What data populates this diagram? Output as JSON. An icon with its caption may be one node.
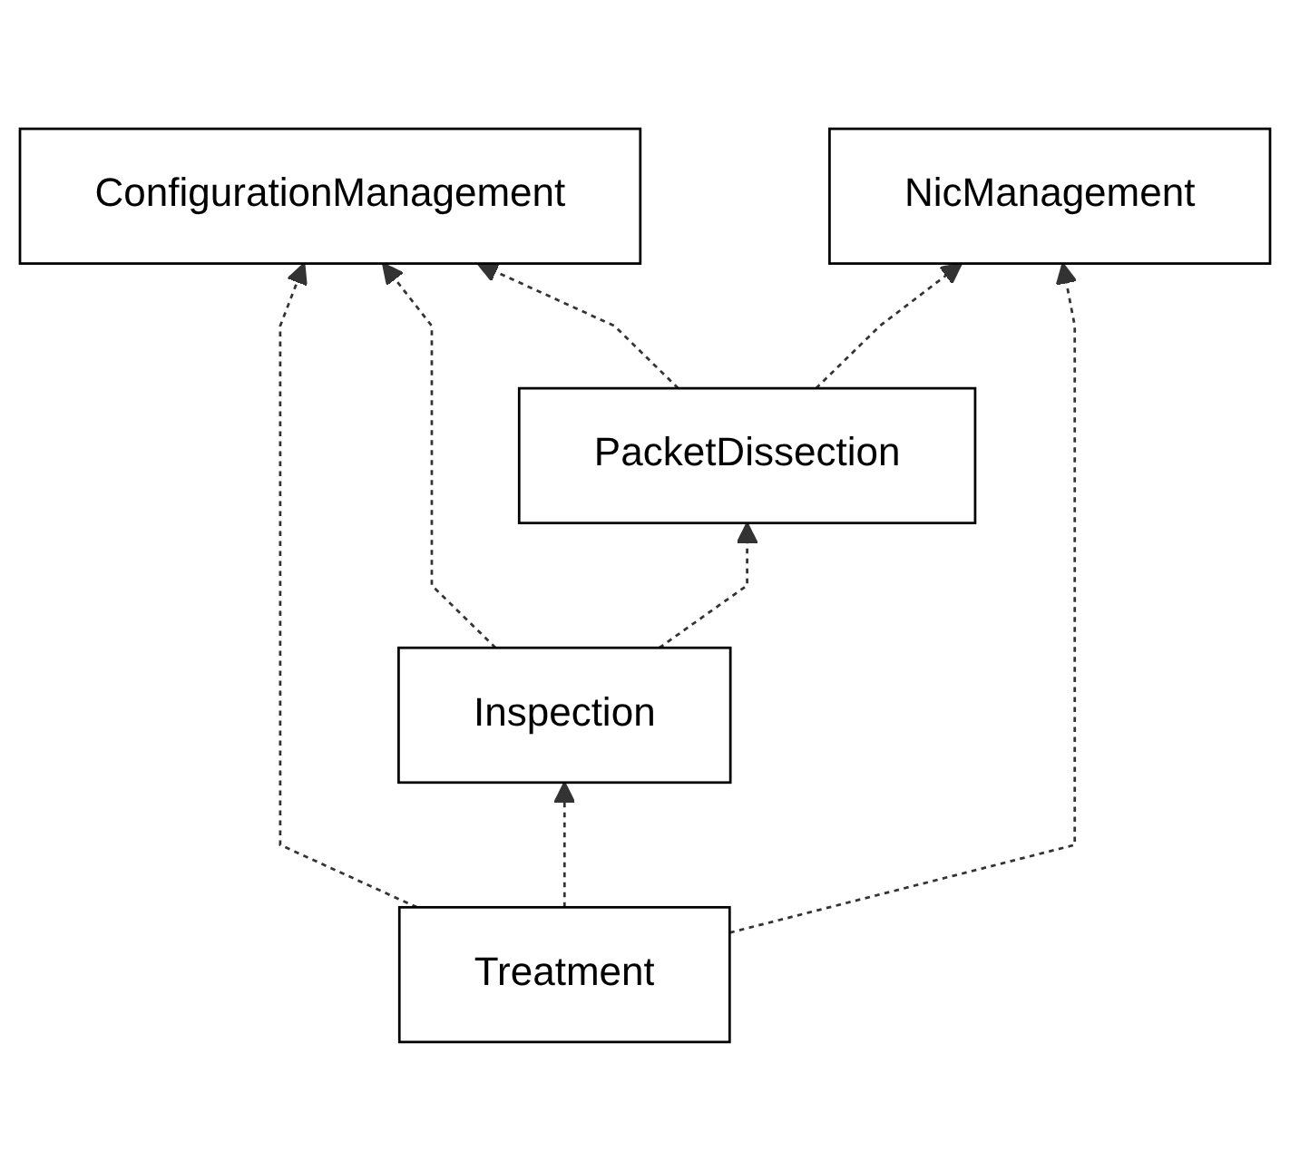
{
  "diagram": {
    "nodes": [
      {
        "text": [
          "ConfigurationManagement"
        ]
      },
      {
        "text": [
          "Treatment"
        ]
      },
      {
        "text": [
          "Inspection"
        ]
      },
      {
        "text": [
          "PacketDissection"
        ]
      },
      {
        "text": [
          "NicManagement"
        ]
      }
    ],
    "edges": [
      {
        "from": 1,
        "to": 0,
        "arrow": "to",
        "style": "dashed"
      },
      {
        "from": 2,
        "to": 0,
        "arrow": "to",
        "style": "dashed"
      },
      {
        "from": 3,
        "to": 0,
        "arrow": "to",
        "style": "dashed"
      },
      {
        "from": 1,
        "to": 2,
        "arrow": "to",
        "style": "dashed"
      },
      {
        "from": 2,
        "to": 3,
        "arrow": "to",
        "style": "dashed"
      },
      {
        "from": 1,
        "to": 4,
        "arrow": "to",
        "style": "dashed"
      },
      {
        "from": 3,
        "to": 4,
        "arrow": "to",
        "style": "dashed"
      }
    ]
  }
}
